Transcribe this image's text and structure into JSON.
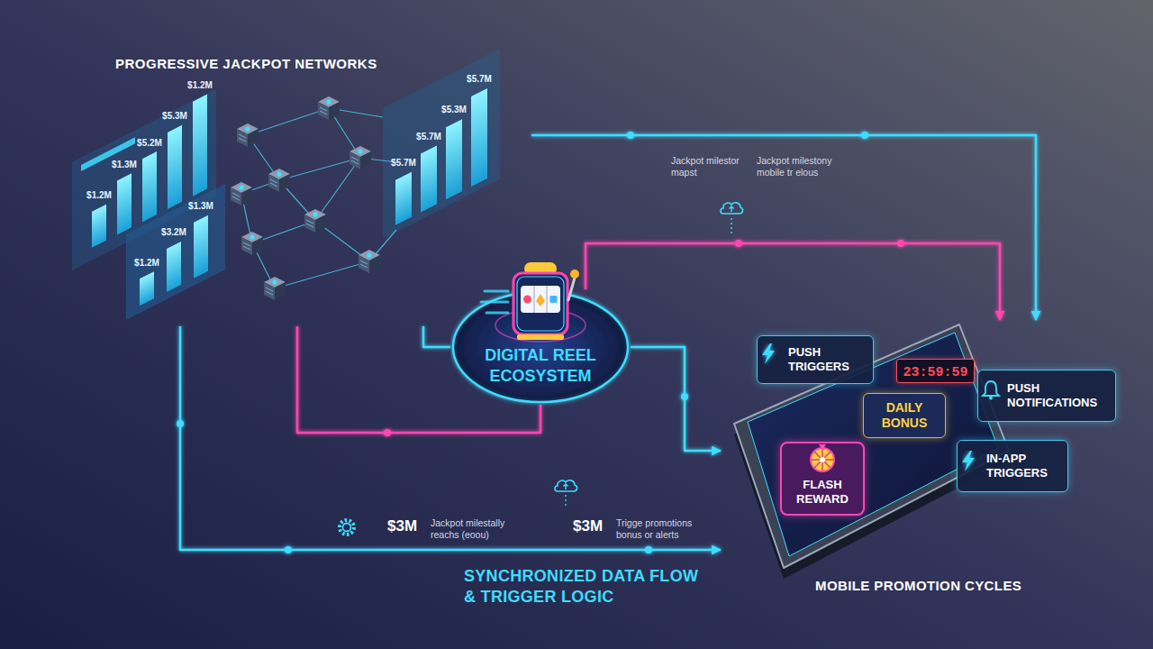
{
  "diagram": {
    "nodes": [
      {
        "text": [
          "PROGRESSIVE JACKPOT NETWORKS"
        ]
      },
      {
        "text": [
          "DIGITAL REEL ECOSYSTEM"
        ]
      },
      {
        "text": [
          "MOBILE PROMOTION CYCLES"
        ]
      },
      {
        "text": [
          "PUSH TRIGGERS"
        ],
        "in": 2
      },
      {
        "text": [
          "23:59:59"
        ],
        "in": 2
      },
      {
        "text": [
          "DAILY BONUS"
        ],
        "in": 2
      },
      {
        "text": [
          "FLASH REWARD"
        ],
        "in": 2
      },
      {
        "text": [
          "PUSH NOTIFICATIONS"
        ],
        "in": 2
      },
      {
        "text": [
          "IN-APP TRIGGERS"
        ],
        "in": 2
      }
    ],
    "edges": [
      {
        "from": 0,
        "to": 1,
        "arrow": "none"
      },
      {
        "from": 1,
        "to": 2,
        "arrow": "to"
      },
      {
        "from": 0,
        "to": 2,
        "arrow": "to"
      },
      {
        "from": 1,
        "to": 2,
        "arrow": "to"
      },
      {
        "from": 0,
        "to": 2,
        "arrow": "to"
      },
      {
        "from": 0,
        "to": 1,
        "arrow": "none"
      }
    ],
    "labels": [
      "$1.2M",
      "$1.3M",
      "$5.2M",
      "$5.3M",
      "$1.2M",
      "$1.2M",
      "$3.2M",
      "$1.3M",
      "$5.7M",
      "$5.7M",
      "$5.3M",
      "$5.7M",
      "Jackpot milestor mapst",
      "Jackpot milestony mobile tr elous",
      "$3M",
      "Jackpot milestally reachs (eoou)",
      "$3M",
      "Trigge promotions bonus or alerts",
      "SYNCHRONIZED DATA FLOW & TRIGGER LOGIC"
    ]
  }
}
